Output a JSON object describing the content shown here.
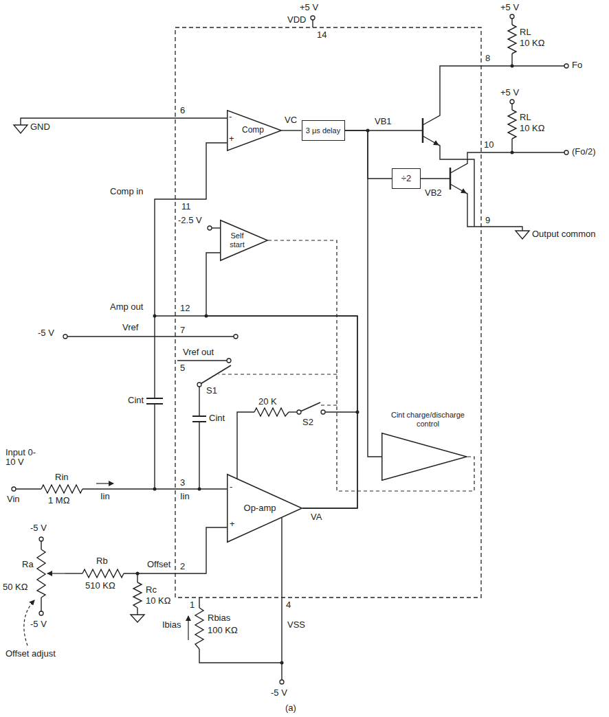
{
  "diagram": {
    "caption": "(a)",
    "nodes": [
      {
        "text": [
          "Comp"
        ]
      },
      {
        "text": [
          "3 μs delay"
        ]
      },
      {
        "text": [
          "Self start"
        ]
      },
      {
        "text": [
          "÷2"
        ]
      },
      {
        "text": [
          "Cint charge/discharge control"
        ]
      },
      {
        "text": [
          "Op-amp"
        ]
      }
    ],
    "edges": [
      {
        "from": 0,
        "to": 1,
        "arrow": "none"
      },
      {
        "from": 1,
        "to": 3,
        "arrow": "none"
      },
      {
        "from": 1,
        "to": 4,
        "arrow": "none"
      },
      {
        "from": 5,
        "to": 0,
        "arrow": "none"
      },
      {
        "from": 5,
        "to": 2,
        "arrow": "none"
      }
    ],
    "labels": [
      "+5 V",
      "VDD",
      "14",
      "+5 V",
      "RL",
      "10 KΩ",
      "Fo",
      "8",
      "+5 V",
      "RL",
      "10 KΩ",
      "(Fo/2)",
      "10",
      "GND",
      "6",
      "-",
      "+",
      "VC",
      "VB1",
      "VB2",
      "9",
      "Output common",
      "Comp in",
      "11",
      "-2.5 V",
      "Amp out",
      "12",
      "-5 V",
      "Vref",
      "7",
      "Vref out",
      "5",
      "S1",
      "Cint",
      "Cint",
      "20 K",
      "S2",
      "Input 0-10 V",
      "Vin",
      "Rin",
      "1 MΩ",
      "Iin",
      "3",
      "Iin",
      "-",
      "+",
      "VA",
      "Offset",
      "2",
      "-5 V",
      "Ra",
      "50 KΩ",
      "Rb",
      "510 KΩ",
      "Rc",
      "10 KΩ",
      "-5 V",
      "Offset adjust",
      "1",
      "4",
      "Ibias",
      "Rbias",
      "100 KΩ",
      "VSS",
      "-5 V"
    ]
  }
}
